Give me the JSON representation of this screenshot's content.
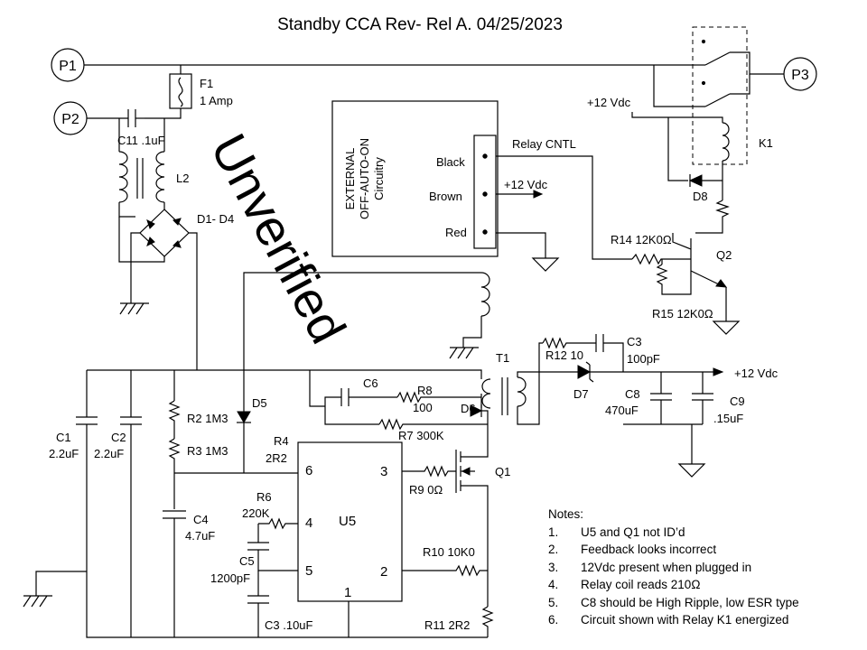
{
  "title": "Standby CCA   Rev- Rel A.   04/25/2023",
  "watermark": "Unverified",
  "ports": {
    "p1": "P1",
    "p2": "P2",
    "p3": "P3"
  },
  "labels": {
    "f1": "F1",
    "f1_val": "1 Amp",
    "c11": "C11 .1uF",
    "l2": "L2",
    "d1d4": "D1- D4",
    "external_line1": "EXTERNAL",
    "external_line2": "OFF-AUTO-ON",
    "external_line3": "Circuitry",
    "black": "Black",
    "brown": "Brown",
    "red": "Red",
    "relay_cntl": "Relay CNTL",
    "v12_brown": "+12 Vdc",
    "v12_top": "+12 Vdc",
    "k1": "K1",
    "d8": "D8",
    "r14": "R14  12K0Ω",
    "q2": "Q2",
    "r15": "R15 12K0Ω",
    "t1": "T1",
    "r12": "R12 10",
    "c3_top_name": "C3",
    "c3_top_val": "100pF",
    "v12_out": "+12 Vdc",
    "d7": "D7",
    "c8_name": "C8",
    "c8_val": "470uF",
    "c9_name": "C9",
    "c9_val": ".15uF",
    "c6": "C6",
    "r8_name": "R8",
    "r8_val": "100",
    "d6": "D6",
    "r7": "R7  300K",
    "d5": "D5",
    "r2": "R2 1M3",
    "r3": "R3 1M3",
    "r4_name": "R4",
    "r4_val": "2R2",
    "c1_name": "C1",
    "c1_val": "2.2uF",
    "c2_name": "C2",
    "c2_val": "2.2uF",
    "c4_name": "C4",
    "c4_val": "4.7uF",
    "r6_name": "R6",
    "r6_val": "220K",
    "c5_name": "C5",
    "c5_val": "1200pF",
    "c3_bot": "C3  .10uF",
    "u5": "U5",
    "pin6": "6",
    "pin4": "4",
    "pin5": "5",
    "pin3": "3",
    "pin2": "2",
    "pin1": "1",
    "r9": "R9 0Ω",
    "q1": "Q1",
    "r10": "R10  10K0",
    "r11": "R11  2R2"
  },
  "notes": {
    "heading": "Notes:",
    "items": [
      {
        "num": "1.",
        "text": "U5 and Q1 not ID’d"
      },
      {
        "num": "2.",
        "text": "Feedback looks incorrect"
      },
      {
        "num": "3.",
        "text": "12Vdc present when plugged in"
      },
      {
        "num": "4.",
        "text": " Relay coil reads 210Ω"
      },
      {
        "num": "5.",
        "text": "C8 should be High Ripple, low ESR type"
      },
      {
        "num": "6.",
        "text": "Circuit shown with Relay K1 energized"
      }
    ]
  }
}
